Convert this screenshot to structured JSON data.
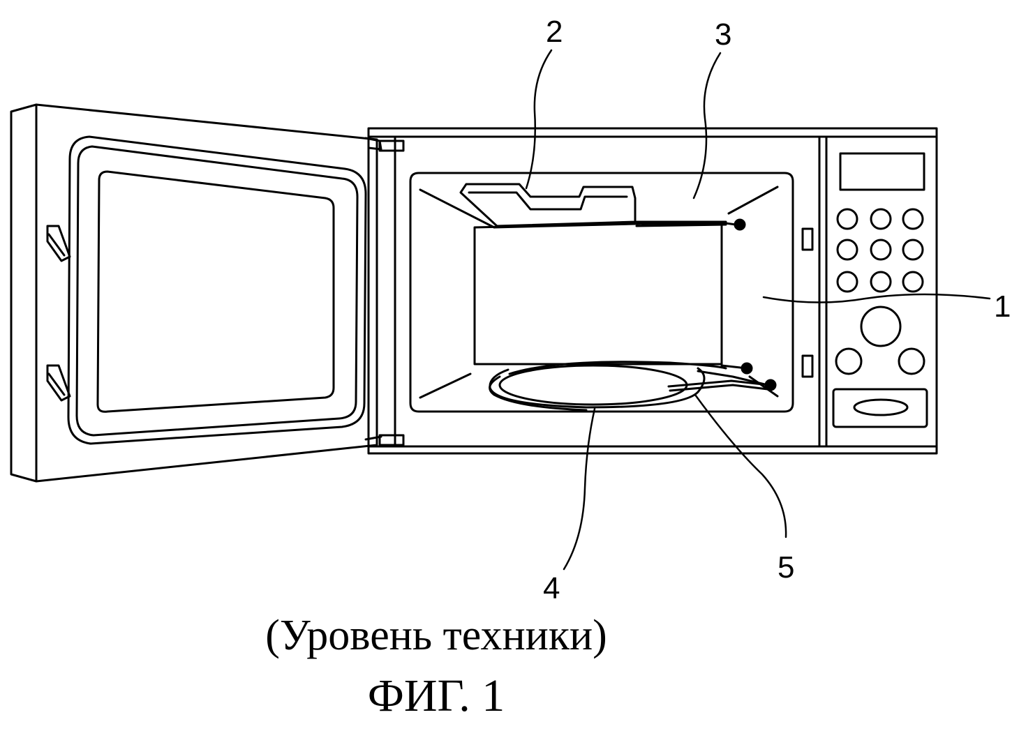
{
  "labels": {
    "ref_1": "1",
    "ref_2": "2",
    "ref_3": "3",
    "ref_4": "4",
    "ref_5": "5"
  },
  "caption": {
    "subtitle": "(Уровень техники)",
    "figure": "ФИГ. 1"
  },
  "colors": {
    "line": "#000000",
    "background": "#ffffff"
  }
}
